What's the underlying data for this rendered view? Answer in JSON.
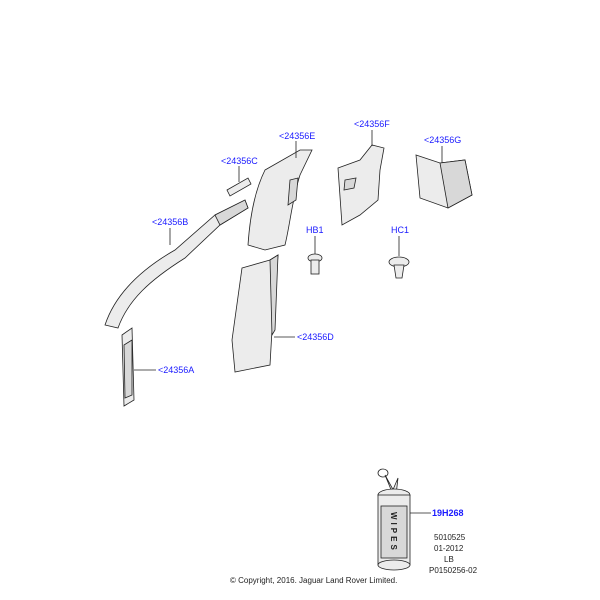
{
  "callouts": {
    "a": "<24356A",
    "b": "<24356B",
    "c": "<24356C",
    "d": "<24356D",
    "e": "<24356E",
    "f": "<24356F",
    "g": "<24356G",
    "hb1": "HB1",
    "hc1": "HC1",
    "wipes": "19H268"
  },
  "wipes_label": "WIPES",
  "info": {
    "code": "5010525",
    "date": "01-2012",
    "author": "LB",
    "illustration": "P0150256-02"
  },
  "copyright": "© Copyright, 2016. Jaguar Land Rover Limited.",
  "colors": {
    "callout": "#1a1aff"
  }
}
